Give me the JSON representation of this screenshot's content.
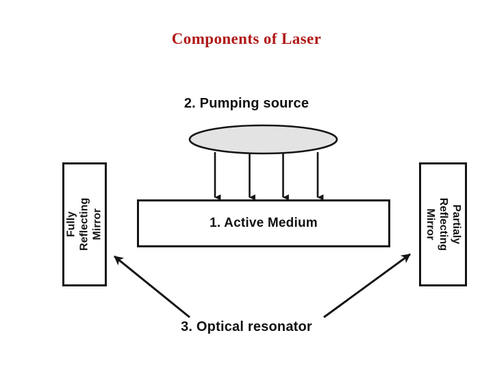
{
  "title": "Components of Laser",
  "title_color": "#b01818",
  "diagram": {
    "pumping_source": {
      "label": "2. Pumping source",
      "shape": "ellipse",
      "fill": "#e3e3e3",
      "stroke": "#141414"
    },
    "active_medium": {
      "label": "1. Active Medium",
      "shape": "rectangle",
      "fill": "#ffffff",
      "stroke": "#141414"
    },
    "mirror_left": {
      "label": "Fully Reflecting\nMirror",
      "orientation": "rotated-ccw"
    },
    "mirror_right": {
      "label": "Partialy Reflecting\nMirror",
      "orientation": "rotated-cw"
    },
    "optical_resonator": {
      "label": "3. Optical resonator"
    },
    "pump_arrows": {
      "count": 4,
      "direction": "down",
      "color": "#141414"
    },
    "resonator_arrows": {
      "count": 2,
      "direction": "outward-up",
      "color": "#141414"
    }
  }
}
